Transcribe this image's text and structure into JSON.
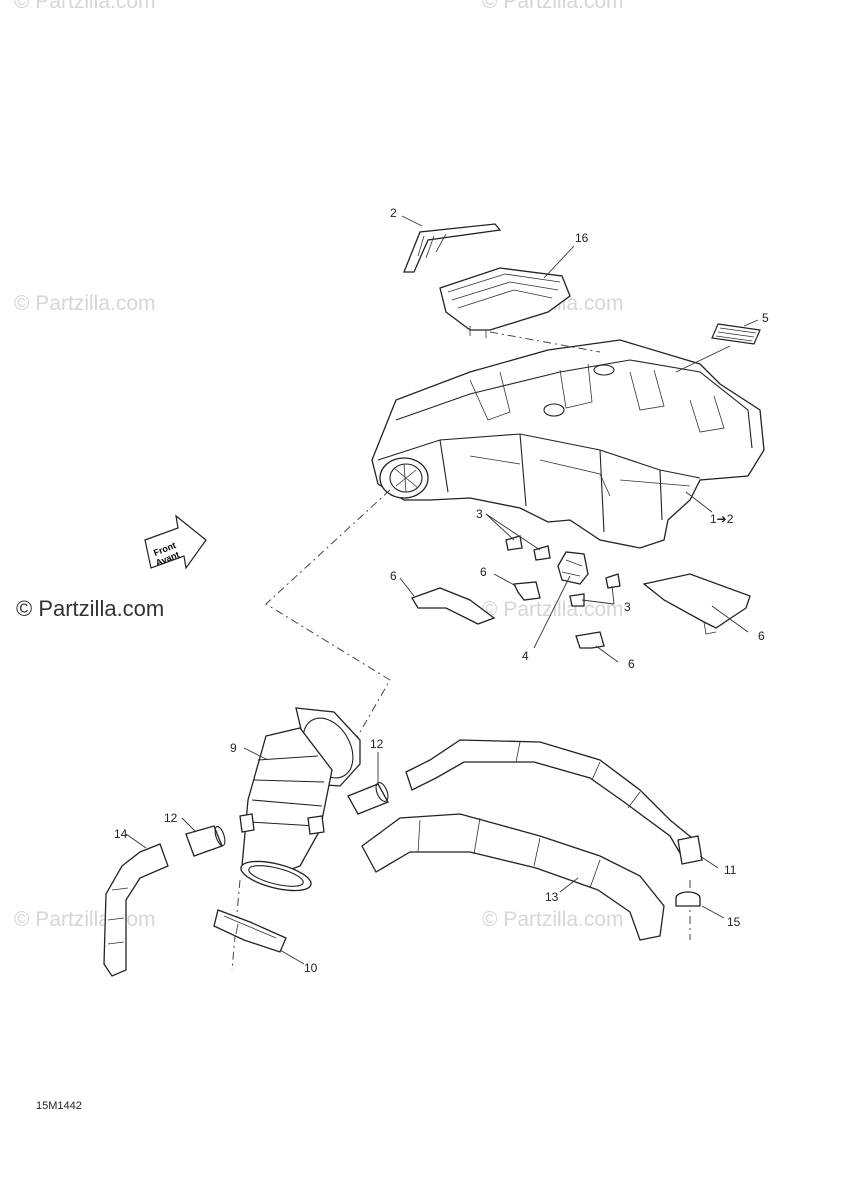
{
  "watermarks": {
    "text": "© Partzilla.com",
    "main": "© Partzilla.com"
  },
  "diagram_code": "15M1442",
  "direction_arrow": {
    "line1": "Front",
    "line2": "Avant"
  },
  "callouts": [
    {
      "id": "c2",
      "text": "2"
    },
    {
      "id": "c16",
      "text": "16"
    },
    {
      "id": "c5",
      "text": "5"
    },
    {
      "id": "c1to2",
      "text": "1➔2"
    },
    {
      "id": "c3a",
      "text": "3"
    },
    {
      "id": "c3b",
      "text": "3"
    },
    {
      "id": "c6a",
      "text": "6"
    },
    {
      "id": "c6b",
      "text": "6"
    },
    {
      "id": "c6c",
      "text": "6"
    },
    {
      "id": "c6d",
      "text": "6"
    },
    {
      "id": "c4",
      "text": "4"
    },
    {
      "id": "c9",
      "text": "9"
    },
    {
      "id": "c12a",
      "text": "12"
    },
    {
      "id": "c12b",
      "text": "12"
    },
    {
      "id": "c14",
      "text": "14"
    },
    {
      "id": "c10",
      "text": "10"
    },
    {
      "id": "c11",
      "text": "11"
    },
    {
      "id": "c13",
      "text": "13"
    },
    {
      "id": "c15",
      "text": "15"
    }
  ]
}
